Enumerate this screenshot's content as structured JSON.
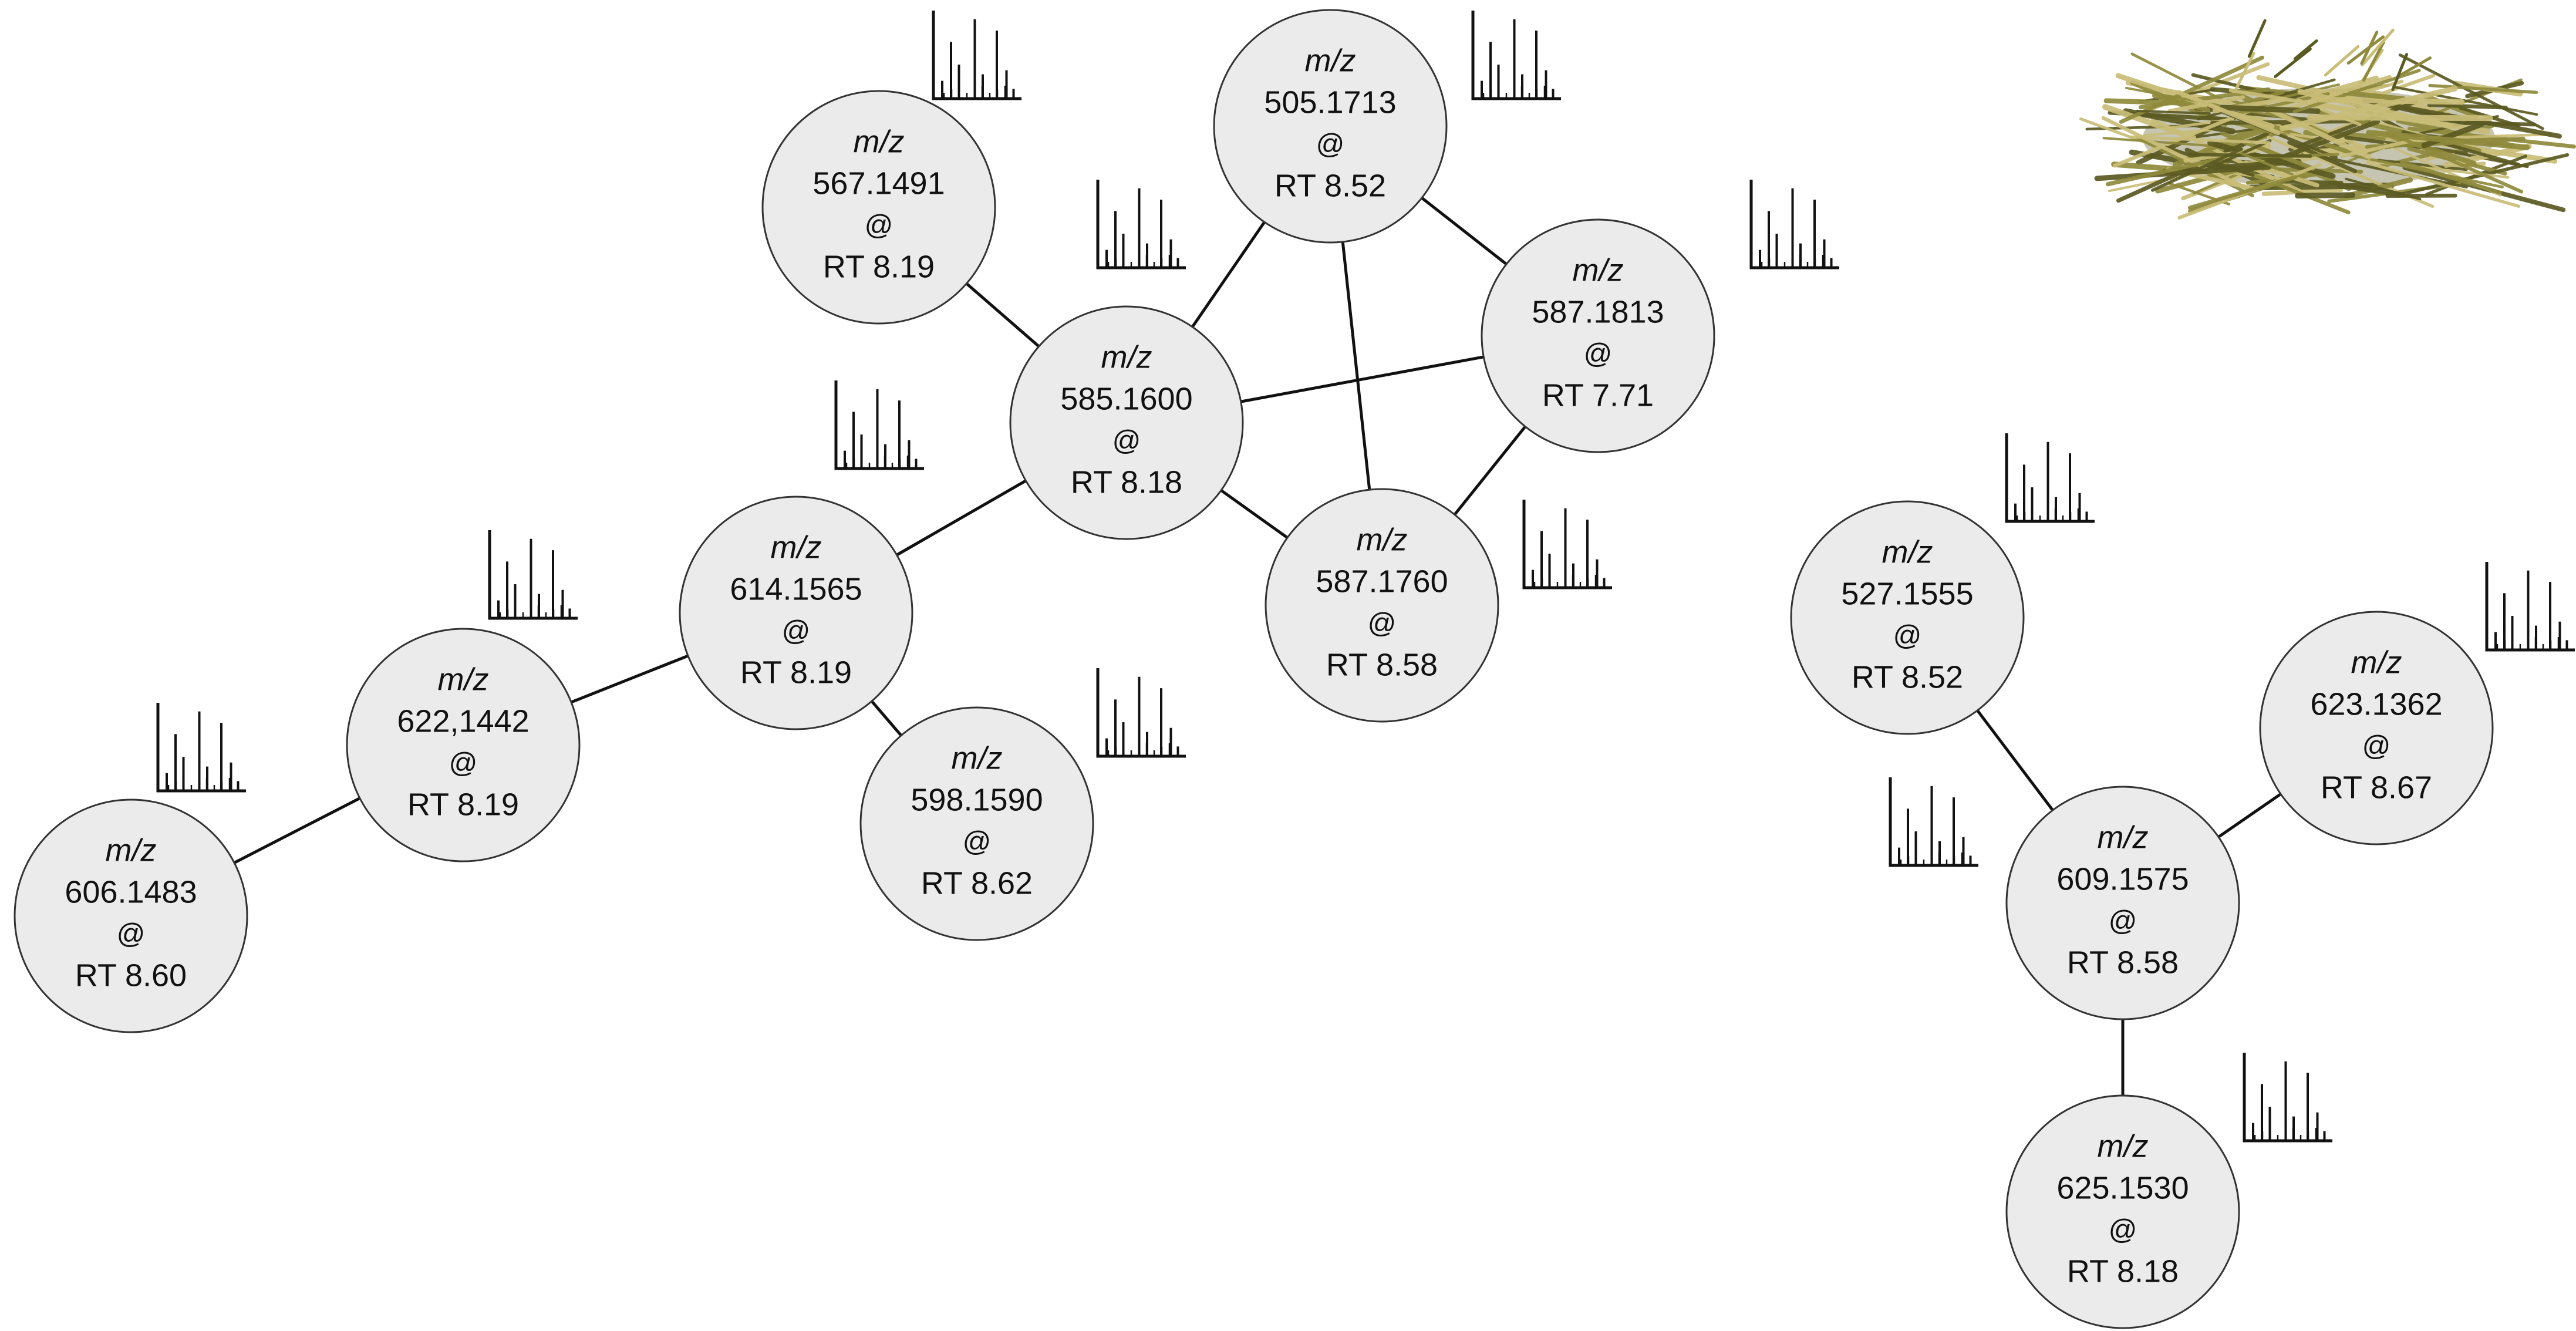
{
  "network": {
    "nodes": [
      {
        "id": "n505",
        "mz_label": "m/z",
        "mz": "505.1713",
        "at": "@",
        "rt": "RT 8.52"
      },
      {
        "id": "n567",
        "mz_label": "m/z",
        "mz": "567.1491",
        "at": "@",
        "rt": "RT 8.19"
      },
      {
        "id": "n585",
        "mz_label": "m/z",
        "mz": "585.1600",
        "at": "@",
        "rt": "RT 8.18"
      },
      {
        "id": "n587a",
        "mz_label": "m/z",
        "mz": "587.1813",
        "at": "@",
        "rt": "RT 7.71"
      },
      {
        "id": "n587b",
        "mz_label": "m/z",
        "mz": "587.1760",
        "at": "@",
        "rt": "RT 8.58"
      },
      {
        "id": "n614",
        "mz_label": "m/z",
        "mz": "614.1565",
        "at": "@",
        "rt": "RT 8.19"
      },
      {
        "id": "n622",
        "mz_label": "m/z",
        "mz": "622,1442",
        "at": "@",
        "rt": "RT 8.19"
      },
      {
        "id": "n598",
        "mz_label": "m/z",
        "mz": "598.1590",
        "at": "@",
        "rt": "RT 8.62"
      },
      {
        "id": "n606",
        "mz_label": "m/z",
        "mz": "606.1483",
        "at": "@",
        "rt": "RT 8.60"
      },
      {
        "id": "n527",
        "mz_label": "m/z",
        "mz": "527.1555",
        "at": "@",
        "rt": "RT 8.52"
      },
      {
        "id": "n609",
        "mz_label": "m/z",
        "mz": "609.1575",
        "at": "@",
        "rt": "RT 8.58"
      },
      {
        "id": "n623",
        "mz_label": "m/z",
        "mz": "623.1362",
        "at": "@",
        "rt": "RT 8.67"
      },
      {
        "id": "n625",
        "mz_label": "m/z",
        "mz": "625.1530",
        "at": "@",
        "rt": "RT 8.18"
      }
    ],
    "edges": [
      [
        "n567",
        "n585"
      ],
      [
        "n505",
        "n585"
      ],
      [
        "n505",
        "n587a"
      ],
      [
        "n505",
        "n587b"
      ],
      [
        "n585",
        "n587a"
      ],
      [
        "n585",
        "n587b"
      ],
      [
        "n587a",
        "n587b"
      ],
      [
        "n585",
        "n614"
      ],
      [
        "n614",
        "n622"
      ],
      [
        "n614",
        "n598"
      ],
      [
        "n622",
        "n606"
      ],
      [
        "n527",
        "n609"
      ],
      [
        "n609",
        "n623"
      ],
      [
        "n609",
        "n625"
      ]
    ],
    "spectrum_icon": "ms-spectrum-icon",
    "herb_image": "dried-herb-image"
  },
  "colors": {
    "node_fill": "#ebebeb",
    "node_stroke": "#333333",
    "edge": "#111111",
    "spectrum": "#111111",
    "herb_dark": "#5b5a22",
    "herb_mid": "#8f8a3c",
    "herb_light": "#c9bd78"
  }
}
